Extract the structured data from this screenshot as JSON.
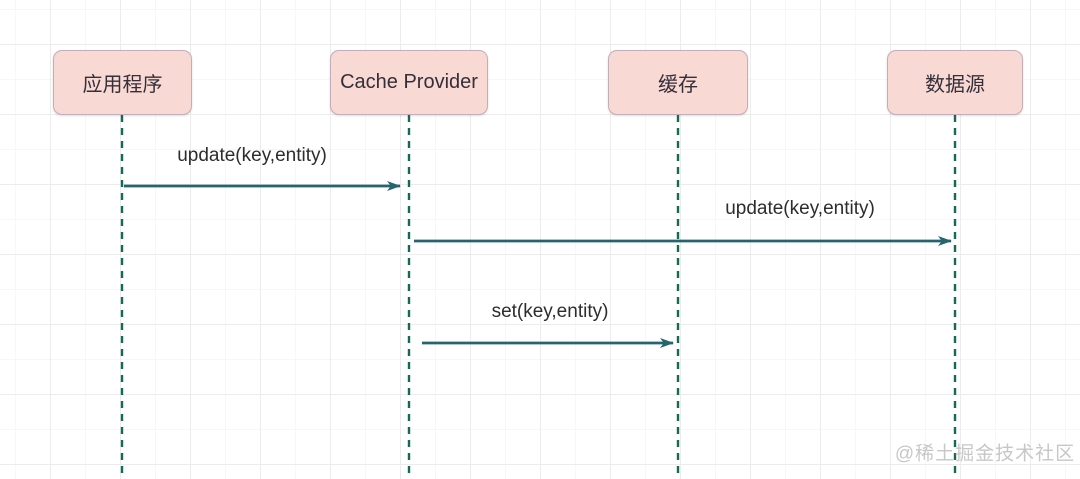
{
  "diagram": {
    "type": "sequence-diagram",
    "actors": [
      {
        "id": "application",
        "label": "应用程序"
      },
      {
        "id": "cache-provider",
        "label": "Cache Provider"
      },
      {
        "id": "cache",
        "label": "缓存"
      },
      {
        "id": "data-source",
        "label": "数据源"
      }
    ],
    "messages": [
      {
        "label": "update(key,entity)",
        "from": "应用程序",
        "to": "Cache Provider"
      },
      {
        "label": "update(key,entity)",
        "from": "Cache Provider",
        "to": "数据源"
      },
      {
        "label": "set(key,entity)",
        "from": "Cache Provider",
        "to": "缓存"
      }
    ],
    "watermark": "@稀土掘金技术社区",
    "colors": {
      "actor_fill": "#f8d9d4",
      "actor_border": "#c2aeb8",
      "lifeline": "#156a55",
      "arrow": "#26646f",
      "text": "#2d2d2d",
      "watermark": "#c7c7c7",
      "grid_major": "#ececec",
      "grid_minor": "#f7f7f7"
    }
  }
}
